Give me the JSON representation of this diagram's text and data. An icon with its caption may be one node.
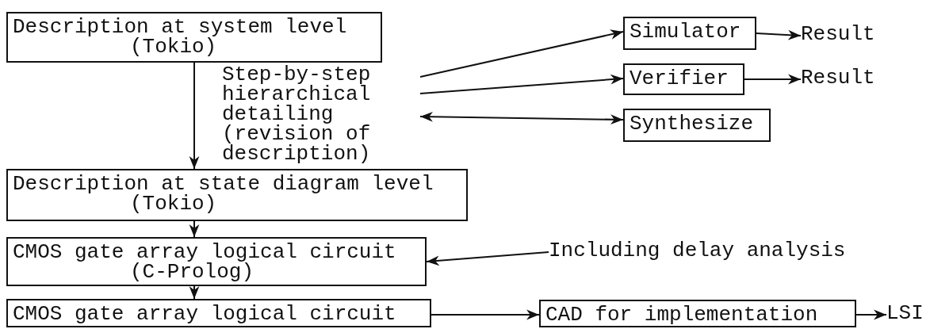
{
  "diagram": {
    "nodes": [
      {
        "text": [
          "Description at system level",
          "(Tokio)"
        ]
      },
      {
        "text": [
          "Step-by-step hierarchical detailing (revision of description)"
        ]
      },
      {
        "text": [
          "Simulator"
        ]
      },
      {
        "text": [
          "Result"
        ]
      },
      {
        "text": [
          "Verifier"
        ]
      },
      {
        "text": [
          "Result"
        ]
      },
      {
        "text": [
          "Synthesize"
        ]
      },
      {
        "text": [
          "Description at state diagram level",
          "(Tokio)"
        ]
      },
      {
        "text": [
          "CMOS gate array logical circuit",
          "(C-Prolog)"
        ]
      },
      {
        "text": [
          "Including delay analysis"
        ]
      },
      {
        "text": [
          "CMOS gate array logical circuit"
        ]
      },
      {
        "text": [
          "CAD for implementation"
        ]
      },
      {
        "text": [
          "LSI"
        ]
      }
    ],
    "edges": [
      {
        "from": 0,
        "to": 7,
        "arrow": "to"
      },
      {
        "from": 1,
        "to": 2,
        "arrow": "to"
      },
      {
        "from": 1,
        "to": 4,
        "arrow": "to"
      },
      {
        "from": 1,
        "to": 6,
        "arrow": "both"
      },
      {
        "from": 2,
        "to": 3,
        "arrow": "to"
      },
      {
        "from": 4,
        "to": 5,
        "arrow": "to"
      },
      {
        "from": 7,
        "to": 8,
        "arrow": "to"
      },
      {
        "from": 9,
        "to": 8,
        "arrow": "to"
      },
      {
        "from": 8,
        "to": 10,
        "arrow": "to"
      },
      {
        "from": 10,
        "to": 11,
        "arrow": "to"
      },
      {
        "from": 11,
        "to": 12,
        "arrow": "to"
      }
    ]
  }
}
